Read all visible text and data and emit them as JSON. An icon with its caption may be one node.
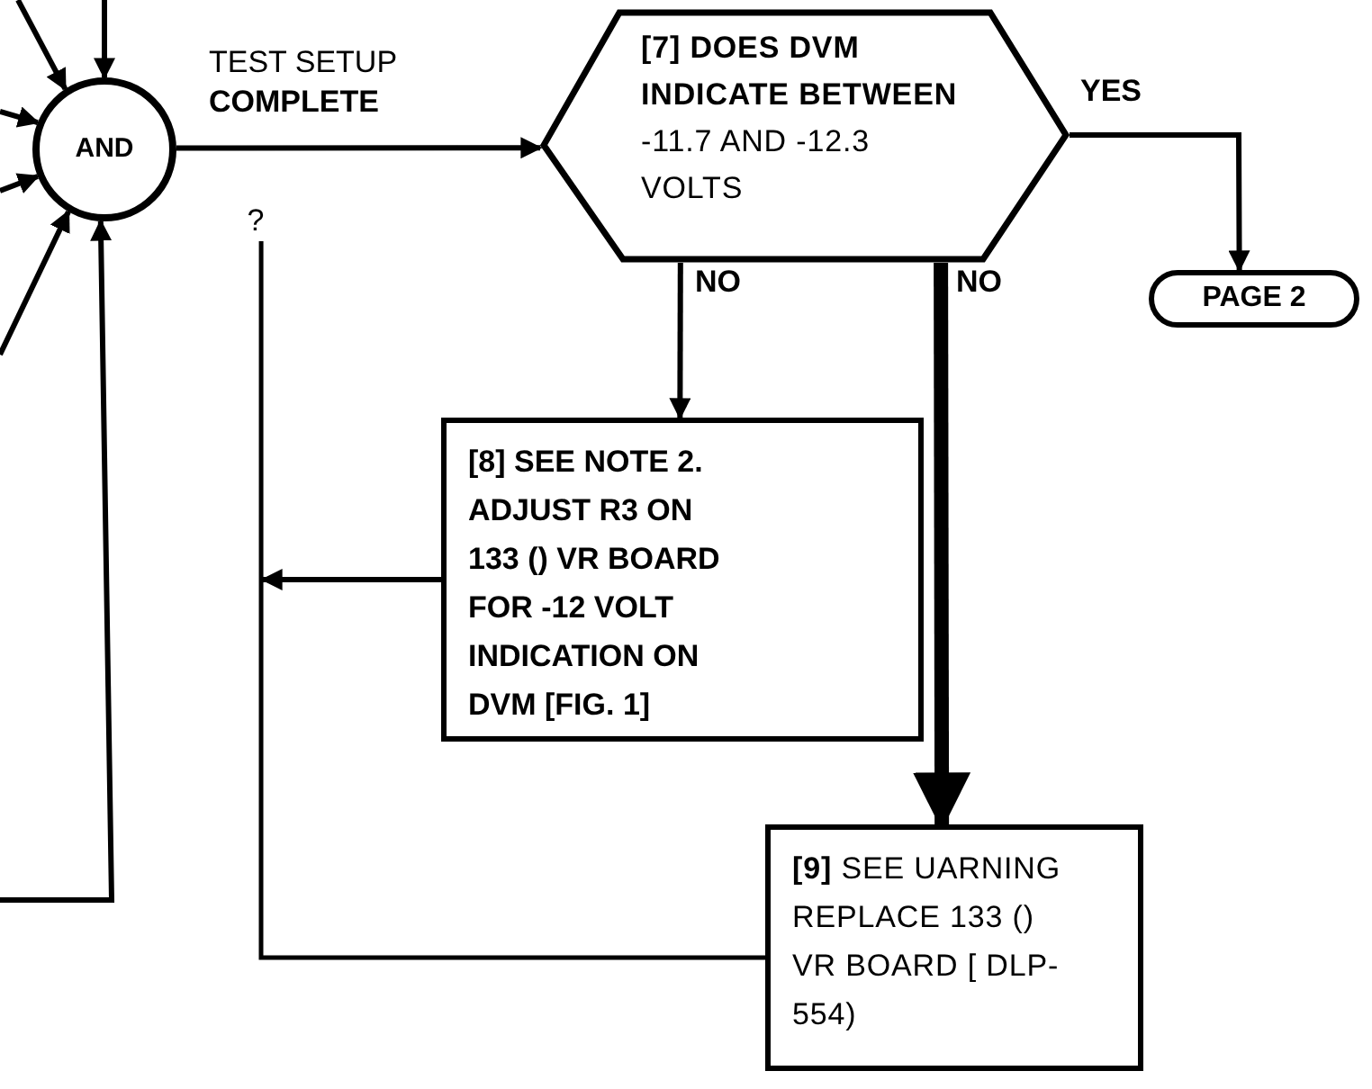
{
  "diagram": {
    "nodes": [
      {
        "text": [
          "AND"
        ]
      },
      {
        "text": [
          "**[7] DOES DVM INDICATE BETWEEN** -11.7 AND -12.3 VOLTS"
        ]
      },
      {
        "text": [
          "PAGE 2"
        ]
      },
      {
        "text": [
          "[8] SEE NOTE 2. ADJUST R3 ON 133 () VR BOARD FOR -12 VOLT INDICATION ON DVM [FIG. 1]"
        ]
      },
      {
        "text": [
          "**[9]** SEE UARNING REPLACE 133 () VR BOARD [ DLP-554)"
        ]
      },
      {
        "text": [
          "?"
        ]
      }
    ],
    "edges": [
      {
        "from": 0,
        "to": 1,
        "arrow": "to",
        "label": "TEST SETUP **COMPLETE**"
      },
      {
        "from": 1,
        "to": 2,
        "arrow": "to",
        "label": "YES"
      },
      {
        "from": 1,
        "to": 3,
        "arrow": "to",
        "label": "NO"
      },
      {
        "from": 1,
        "to": 4,
        "arrow": "to",
        "label": "NO",
        "style": "thick"
      },
      {
        "from": 3,
        "to": null,
        "arrow": "to"
      },
      {
        "from": 4,
        "to": 5,
        "arrow": "none"
      },
      {
        "from": null,
        "to": 0,
        "arrow": "to"
      },
      {
        "from": null,
        "to": 0,
        "arrow": "to"
      },
      {
        "from": null,
        "to": 0,
        "arrow": "to"
      },
      {
        "from": null,
        "to": 0,
        "arrow": "to"
      },
      {
        "from": null,
        "to": 0,
        "arrow": "to"
      },
      {
        "from": null,
        "to": 0,
        "arrow": "to"
      }
    ]
  }
}
